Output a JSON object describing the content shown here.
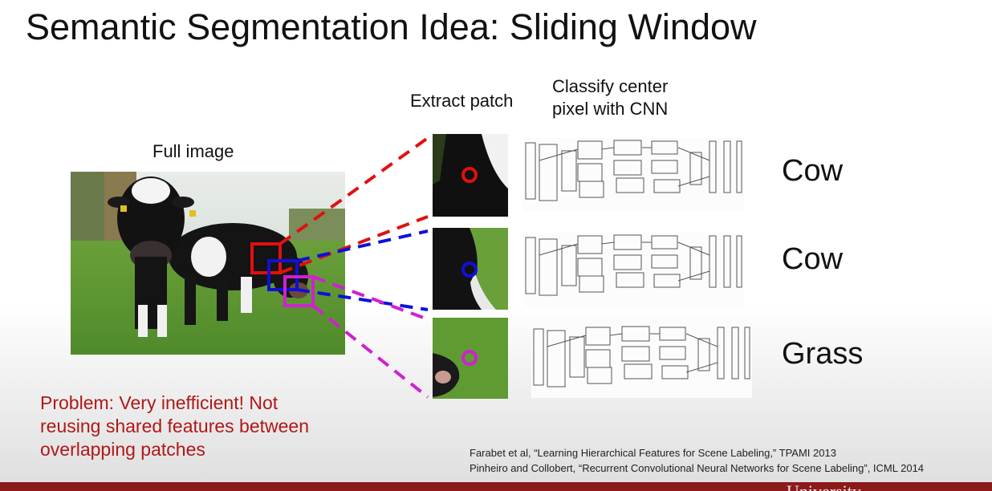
{
  "slide": {
    "title": "Semantic Segmentation Idea: Sliding Window",
    "full_image_label": "Full image",
    "extract_patch_label": "Extract patch",
    "classify_label_line1": "Classify center",
    "classify_label_line2": "pixel with CNN",
    "classes": [
      "Cow",
      "Cow",
      "Grass"
    ],
    "problem_lines": [
      "Problem: Very inefficient! Not",
      "reusing shared features between",
      "overlapping patches"
    ],
    "references": [
      "Farabet et al, “Learning Hierarchical Features for Scene Labeling,” TPAMI 2013",
      "Pinheiro and Collobert, “Recurrent Convolutional Neural Networks for Scene Labeling”, ICML 2014"
    ],
    "brand": "University"
  },
  "colors": {
    "red_window": "#e01010",
    "blue_window": "#1010d8",
    "magenta_window": "#d020d0",
    "problem_text": "#b01818",
    "footer_bar": "#8b1a1a"
  }
}
